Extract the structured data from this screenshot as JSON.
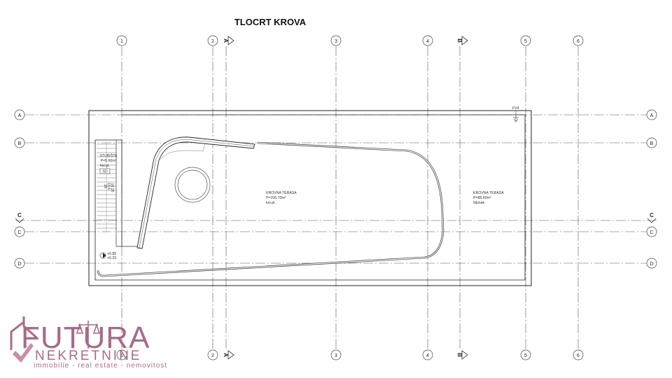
{
  "title": "TLOCRT KROVA",
  "grid": {
    "vertical": [
      "1",
      "2",
      "3",
      "4",
      "5",
      "6"
    ],
    "horizontal": [
      "A",
      "B",
      "C",
      "D"
    ]
  },
  "sections": {
    "a": "A",
    "b": "B",
    "c": "C"
  },
  "rooms": {
    "stair": {
      "name": "STUBIŠTE",
      "area": "P=5.60m²",
      "finish": "ker.pl.",
      "tag": "SD"
    },
    "terrace_main": {
      "name": "KROVNA TERASA",
      "area": "P=106.70m²",
      "finish": "ker.pl."
    },
    "terrace_side": {
      "name": "KROVNA TERASA",
      "area": "P=88.50m²",
      "finish": "šljunak"
    }
  },
  "drain_label": "FV4",
  "elevations": [
    "+6.85",
    "+6.33"
  ],
  "stair_steps": [
    "16",
    "15.6",
    "16.25"
  ],
  "logo": {
    "main": "FUTURA",
    "sub": "NEKRETNINE",
    "tagline": "immobilie - real estate - nemovitost",
    "color": "#a9698a"
  }
}
